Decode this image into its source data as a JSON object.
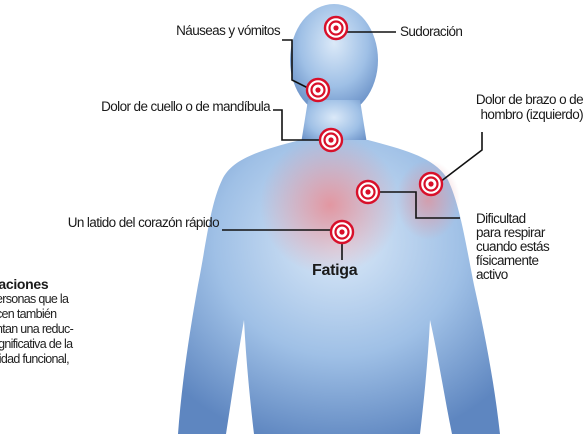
{
  "symptoms": {
    "nauseas": "Náuseas y vómitos",
    "sudoracion": "Sudoración",
    "cuello": "Dolor de cuello o de mandíbula",
    "brazo_line1": "Dolor de brazo o de",
    "brazo_line2": "hombro (izquierdo)",
    "latido": "Un latido del corazón rápido",
    "dificultad_lines": [
      "Dificultad",
      "para respirar",
      "cuando estás",
      "físicamente",
      "activo"
    ],
    "fatiga": "Fatiga"
  },
  "sidebar": {
    "heading": "taciones",
    "lines": [
      "ersonas que la",
      "cen también",
      "ntan una reduc-",
      "ignificativa de la",
      "tidad funcional,"
    ]
  },
  "colors": {
    "target_red": "#d8102a",
    "body_blue": "#7aa6d6",
    "chest_red": "#e07a86"
  }
}
